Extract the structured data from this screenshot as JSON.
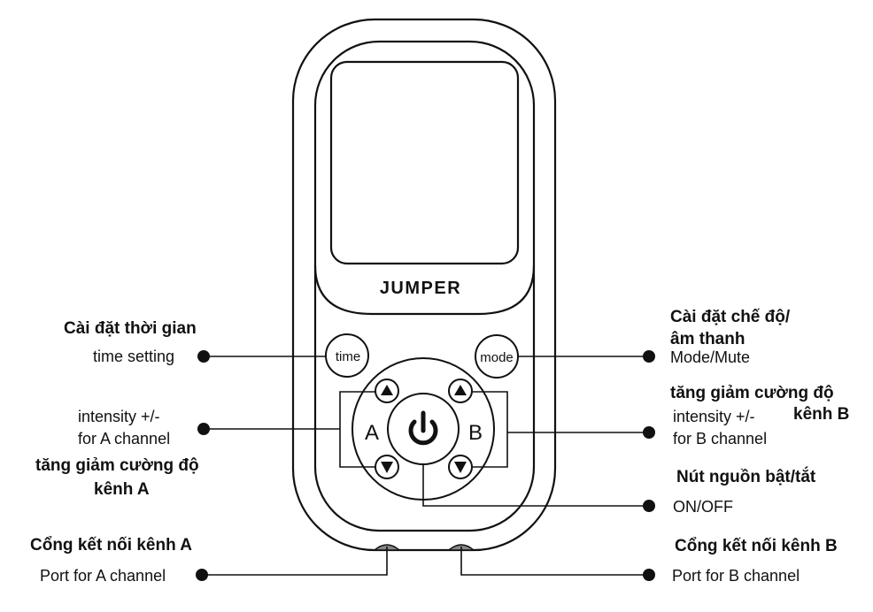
{
  "device": {
    "brand": "JUMPER",
    "buttons": {
      "time": "time",
      "mode": "mode",
      "channel_a": "A",
      "channel_b": "B"
    },
    "icons": [
      "power-icon",
      "arrow-up-icon",
      "arrow-down-icon"
    ]
  },
  "labels": {
    "time": {
      "vi": "Cài đặt thời gian",
      "en": "time setting"
    },
    "mode": {
      "vi_line1": "Cài đặt chế độ/",
      "vi_line2": "âm thanh",
      "en": "Mode/Mute"
    },
    "intensity_a": {
      "en_line1": "intensity +/-",
      "en_line2": "for A channel",
      "vi_line1": "tăng giảm cường độ",
      "vi_line2": "kênh A"
    },
    "intensity_b": {
      "vi_line1": "tăng giảm cường độ",
      "vi_line2": "kênh B",
      "en_line1": "intensity +/-",
      "en_line2": "for B channel"
    },
    "power": {
      "vi": "Nút nguồn bật/tắt",
      "en": "ON/OFF"
    },
    "port_a": {
      "vi": "Cổng kết nối kênh A",
      "en": "Port for A channel"
    },
    "port_b": {
      "vi": "Cổng kết nối kênh B",
      "en": "Port for B channel"
    }
  },
  "colors": {
    "line": "#111111",
    "background": "#ffffff"
  }
}
